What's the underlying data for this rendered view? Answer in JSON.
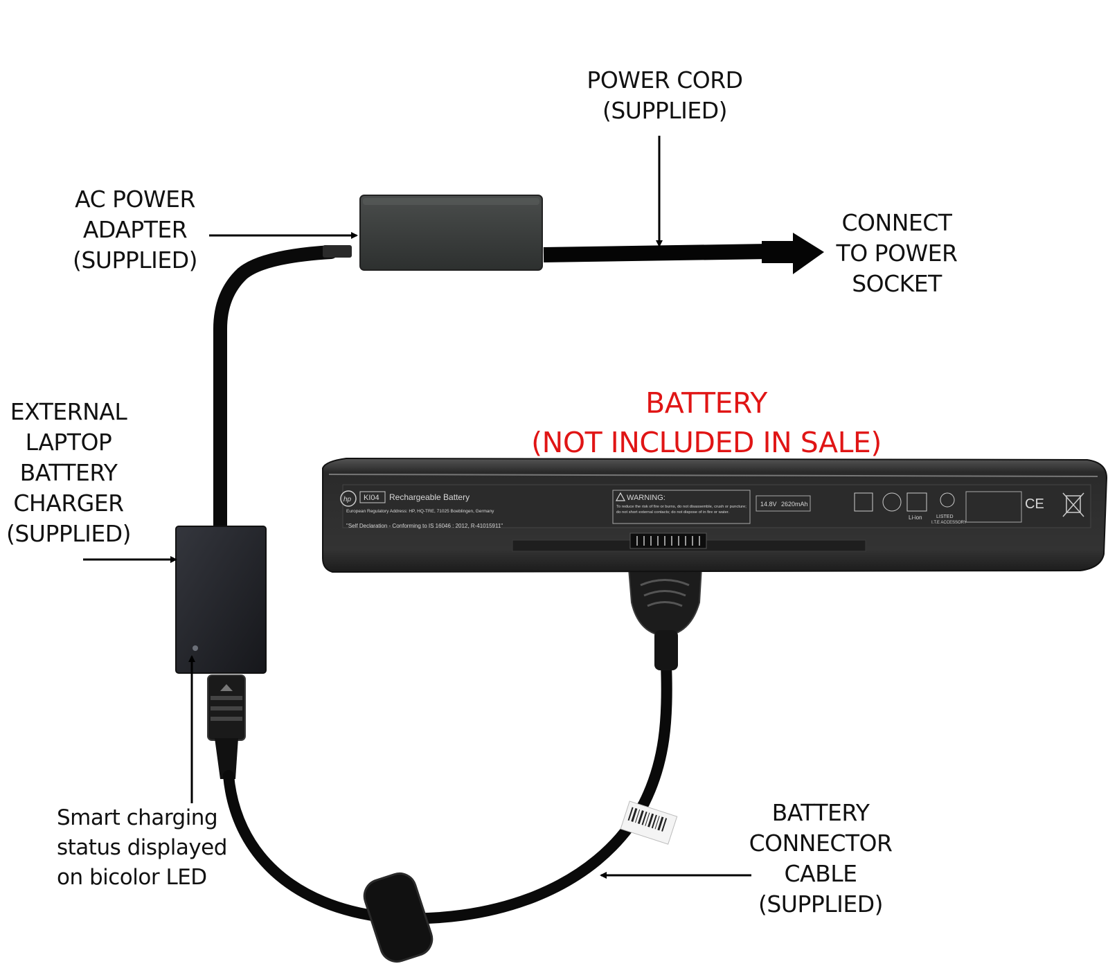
{
  "labels": {
    "power_cord": [
      "POWER CORD",
      "(SUPPLIED)"
    ],
    "ac_adapter": [
      "AC POWER",
      "ADAPTER",
      "(SUPPLIED)"
    ],
    "connect_socket": [
      "CONNECT",
      "TO POWER",
      "SOCKET"
    ],
    "battery_title": [
      "BATTERY",
      "(NOT INCLUDED IN SALE)"
    ],
    "external_charger": [
      "EXTERNAL",
      "LAPTOP",
      "BATTERY",
      "CHARGER",
      "(SUPPLIED)"
    ],
    "led_status": [
      "Smart charging",
      "status displayed",
      "on bicolor LED"
    ],
    "connector_cable": [
      "BATTERY",
      "CONNECTOR",
      "CABLE",
      "(SUPPLIED)"
    ]
  },
  "battery_print": {
    "brand": "hp",
    "model": "KI04",
    "product": "Rechargeable Battery",
    "regulatory_line": "European Regulatory Address: HP, HQ-TRE, 71025 Boeblingen, Germany",
    "self_declaration": "\"Self Declaration - Conforming to IS 16046 : 2012, R-41015911\"",
    "warning_title": "WARNING:",
    "warning_line1": "To reduce the risk of fire or burns, do not disassemble, crush or puncture;",
    "warning_line2": "do not short external contacts; do not dispose of in fire or water.",
    "voltage": "14.8V",
    "capacity": "2620mAh",
    "chem": "Li-ion",
    "listed": "LISTED",
    "ite": "I.T.E ACCESSORY",
    "ce": "CE"
  },
  "colors": {
    "label_text": "#111111",
    "battery_label": "#e01515",
    "cable": "#0a0a0a",
    "adapter": "#3c3f3e",
    "charger": "#25262c",
    "battery_body": "#2e2e2e"
  }
}
